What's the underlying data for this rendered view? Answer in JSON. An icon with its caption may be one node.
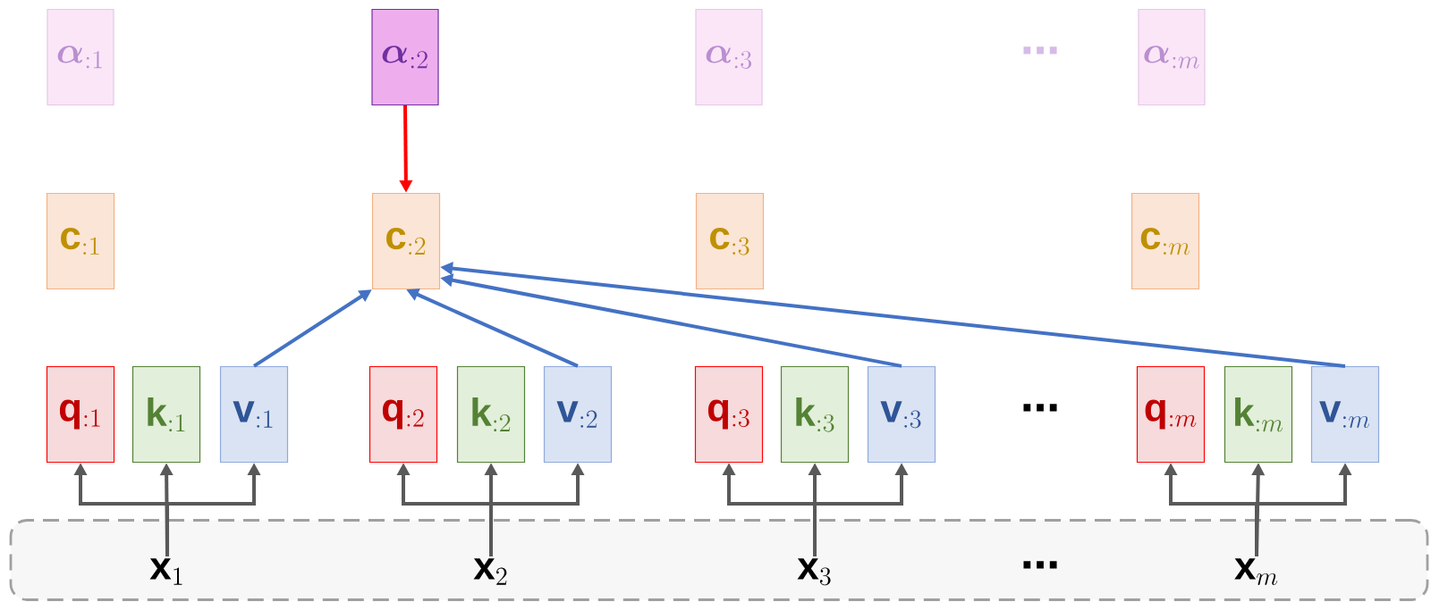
{
  "diagram": {
    "nodes": [
      {
        "text": [
          "\\boldsymbol{\\alpha}_{:1}"
        ]
      },
      {
        "text": [
          "\\boldsymbol{\\alpha}_{:2}"
        ]
      },
      {
        "text": [
          "\\boldsymbol{\\alpha}_{:3}"
        ]
      },
      {
        "text": [
          "\\boldsymbol{\\alpha}_{:m}"
        ]
      },
      {
        "text": [
          "\\mathbf{c}_{:1}"
        ]
      },
      {
        "text": [
          "\\mathbf{c}_{:2}"
        ]
      },
      {
        "text": [
          "\\mathbf{c}_{:3}"
        ]
      },
      {
        "text": [
          "\\mathbf{c}_{:m}"
        ]
      },
      {
        "text": [
          "\\mathbf{q}_{:1}"
        ]
      },
      {
        "text": [
          "\\mathbf{k}_{:1}"
        ]
      },
      {
        "text": [
          "\\mathbf{v}_{:1}"
        ]
      },
      {
        "text": [
          "\\mathbf{q}_{:2}"
        ]
      },
      {
        "text": [
          "\\mathbf{k}_{:2}"
        ]
      },
      {
        "text": [
          "\\mathbf{v}_{:2}"
        ]
      },
      {
        "text": [
          "\\mathbf{q}_{:3}"
        ]
      },
      {
        "text": [
          "\\mathbf{k}_{:3}"
        ]
      },
      {
        "text": [
          "\\mathbf{v}_{:3}"
        ]
      },
      {
        "text": [
          "\\mathbf{q}_{:m}"
        ]
      },
      {
        "text": [
          "\\mathbf{k}_{:m}"
        ]
      },
      {
        "text": [
          "\\mathbf{v}_{:m}"
        ]
      },
      {
        "text": [],
        "shape": "box"
      },
      {
        "text": [
          "\\mathbf{x}_{1}"
        ],
        "in": 20
      },
      {
        "text": [
          "\\mathbf{x}_{2}"
        ],
        "in": 20
      },
      {
        "text": [
          "\\mathbf{x}_{3}"
        ],
        "in": 20
      },
      {
        "text": [
          "\\mathbf{x}_{m}"
        ],
        "in": 20
      }
    ],
    "edges": [
      {
        "from": 1,
        "to": 5,
        "arrow": "to",
        "color": "#ff0000"
      },
      {
        "from": 10,
        "to": 5,
        "arrow": "to",
        "color": "#4472c4"
      },
      {
        "from": 13,
        "to": 5,
        "arrow": "to",
        "color": "#4472c4"
      },
      {
        "from": 16,
        "to": 5,
        "arrow": "to",
        "color": "#4472c4"
      },
      {
        "from": 19,
        "to": 5,
        "arrow": "to",
        "color": "#4472c4"
      },
      {
        "from": 21,
        "to": 8,
        "arrow": "to"
      },
      {
        "from": 21,
        "to": 9,
        "arrow": "to"
      },
      {
        "from": 21,
        "to": 10,
        "arrow": "to"
      },
      {
        "from": 22,
        "to": 11,
        "arrow": "to"
      },
      {
        "from": 22,
        "to": 12,
        "arrow": "to"
      },
      {
        "from": 22,
        "to": 13,
        "arrow": "to"
      },
      {
        "from": 23,
        "to": 14,
        "arrow": "to"
      },
      {
        "from": 23,
        "to": 15,
        "arrow": "to"
      },
      {
        "from": 23,
        "to": 16,
        "arrow": "to"
      },
      {
        "from": 24,
        "to": 17,
        "arrow": "to"
      },
      {
        "from": 24,
        "to": 18,
        "arrow": "to"
      },
      {
        "from": 24,
        "to": 19,
        "arrow": "to"
      }
    ],
    "labels": [
      "⋯",
      "⋯",
      "⋯"
    ]
  }
}
